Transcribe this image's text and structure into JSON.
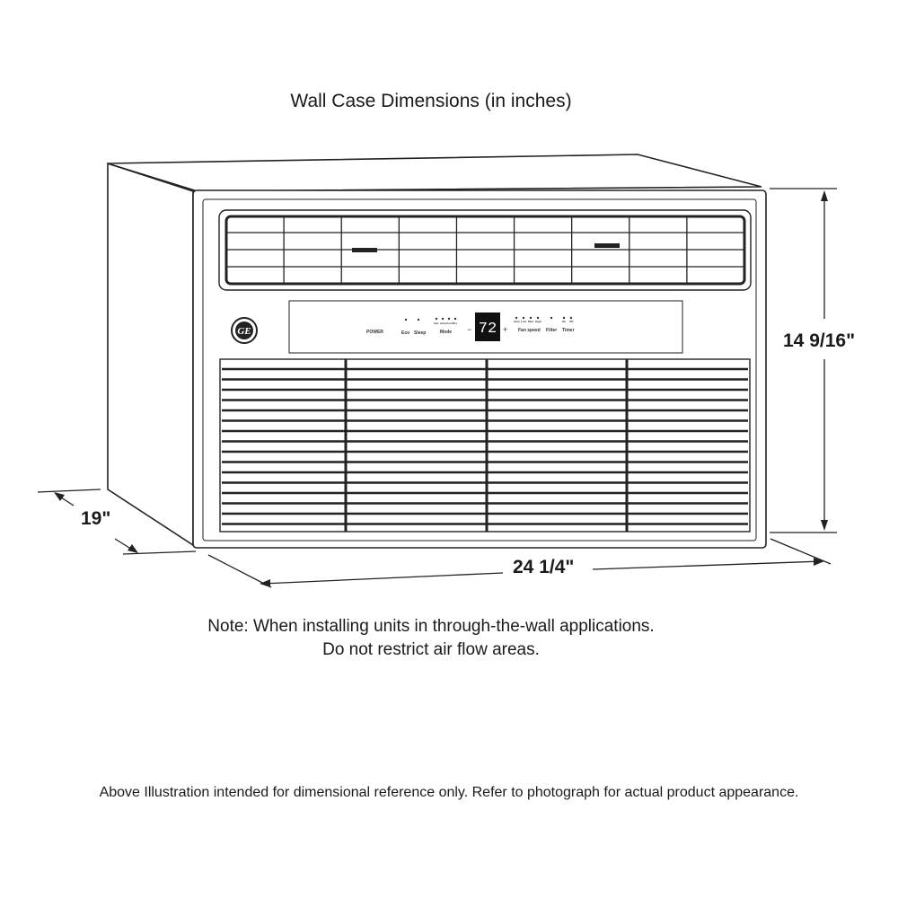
{
  "title": "Wall Case Dimensions (in inches)",
  "dimensions": {
    "height": "14 9/16\"",
    "width": "24 1/4\"",
    "depth": "19\""
  },
  "note": [
    "Note: When installing units in through-the-wall applications.",
    "Do not restrict air flow areas."
  ],
  "footer": "Above Illustration intended for dimensional reference only. Refer to photograph for actual product appearance.",
  "control_panel": {
    "power": "POWER",
    "eco": "Eco",
    "sleep": "Sleep",
    "mode": "Mode",
    "mode_options": [
      "Fan",
      "Auto",
      "Cool",
      "Dry"
    ],
    "display": "72",
    "minus": "−",
    "plus": "+",
    "fan_speed": "Fan speed",
    "fan_options": [
      "Auto",
      "Low",
      "Med",
      "High"
    ],
    "filter": "Filter",
    "timer": "Timer",
    "timer_options": [
      "On",
      "Off"
    ]
  },
  "logo": "GE"
}
